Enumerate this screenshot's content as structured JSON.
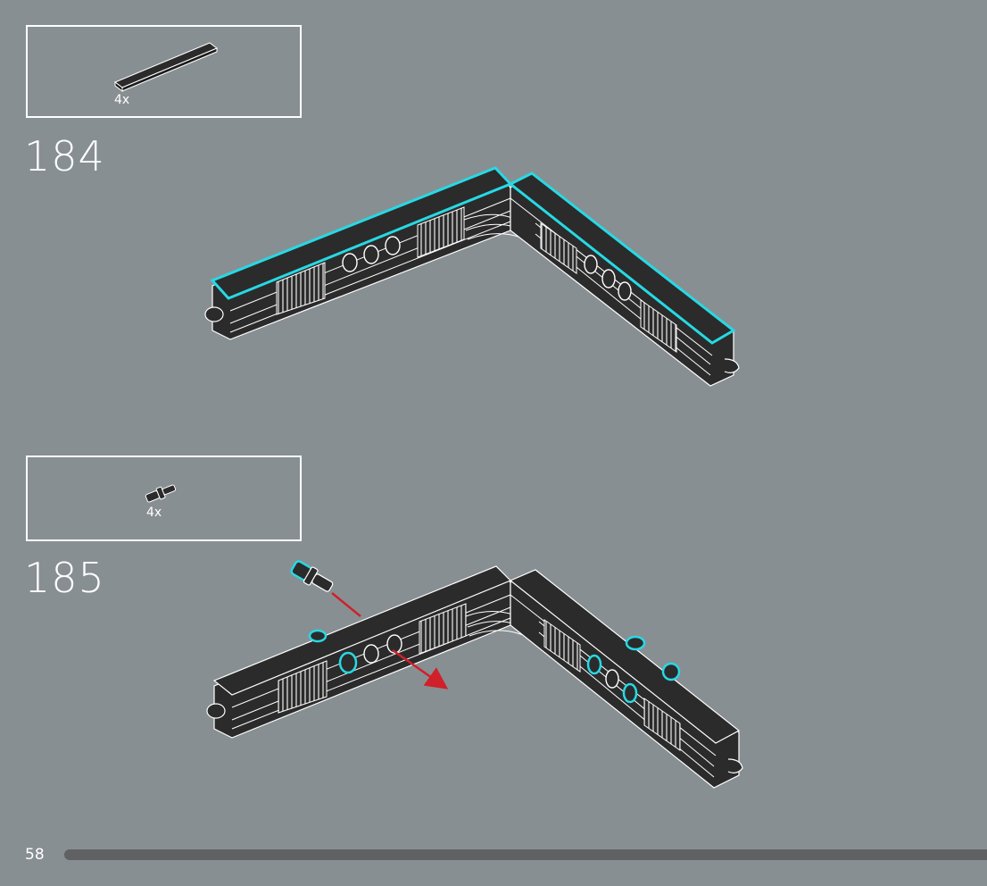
{
  "steps": [
    {
      "number": "184",
      "parts": {
        "quantity": "4x",
        "part_icon": "black-flat-tile-1x8-icon"
      }
    },
    {
      "number": "185",
      "parts": {
        "quantity": "4x",
        "part_icon": "black-technic-axle-pin-icon"
      }
    }
  ],
  "page": {
    "number": "58"
  },
  "colors": {
    "background": "#888f92",
    "highlight": "#27d9e4",
    "arrow": "#d0202a",
    "brick": "#2b2b2b"
  }
}
